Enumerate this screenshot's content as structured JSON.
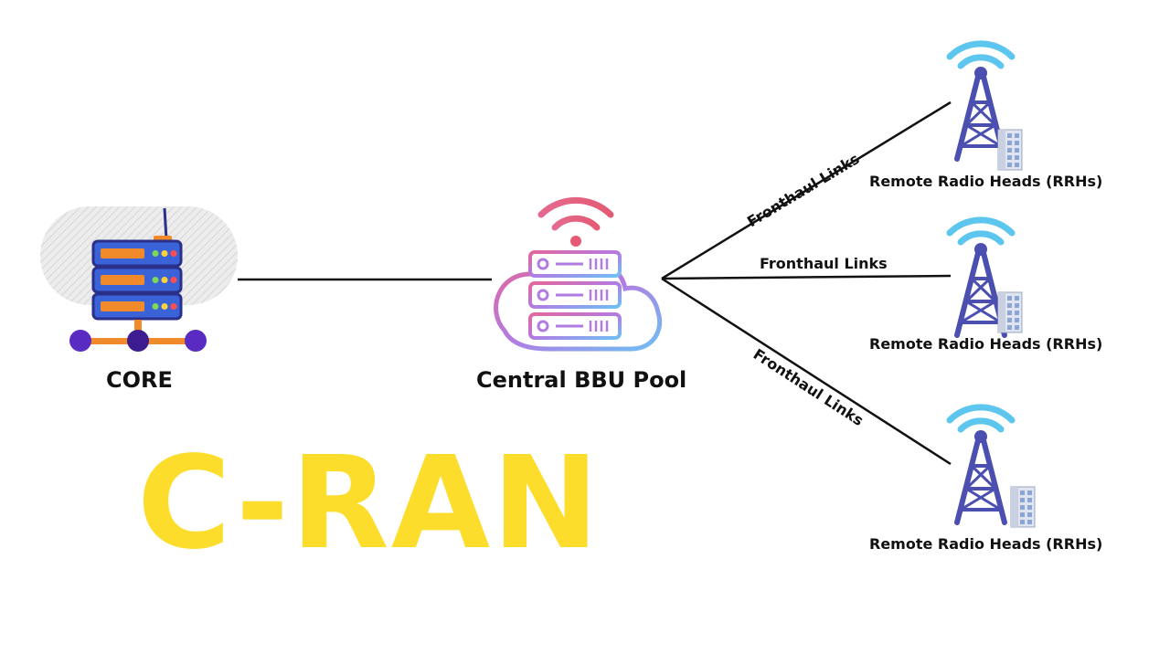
{
  "diagram": {
    "title": "C-RAN",
    "nodes": {
      "core": {
        "label": "CORE",
        "icon": "server-stack-icon"
      },
      "bbu": {
        "label": "Central BBU Pool",
        "icon": "cloud-server-wifi-icon"
      },
      "rrhs": [
        {
          "label": "Remote Radio Heads (RRHs)",
          "icon": "radio-tower-icon"
        },
        {
          "label": "Remote Radio Heads (RRHs)",
          "icon": "radio-tower-icon"
        },
        {
          "label": "Remote Radio Heads (RRHs)",
          "icon": "radio-tower-icon"
        }
      ]
    },
    "links": [
      {
        "label": "Fronthaul Links"
      },
      {
        "label": "Fronthaul Links"
      },
      {
        "label": "Fronthaul Links"
      }
    ]
  },
  "colors": {
    "title_yellow": "#fddd2c",
    "tower_purple": "#4b4fb0",
    "wifi_blue": "#5cc6ee",
    "cloud_gradient_start": "#e3679d",
    "cloud_gradient_mid": "#b27be3",
    "cloud_gradient_end": "#6fc0f4",
    "line_black": "#111111"
  }
}
